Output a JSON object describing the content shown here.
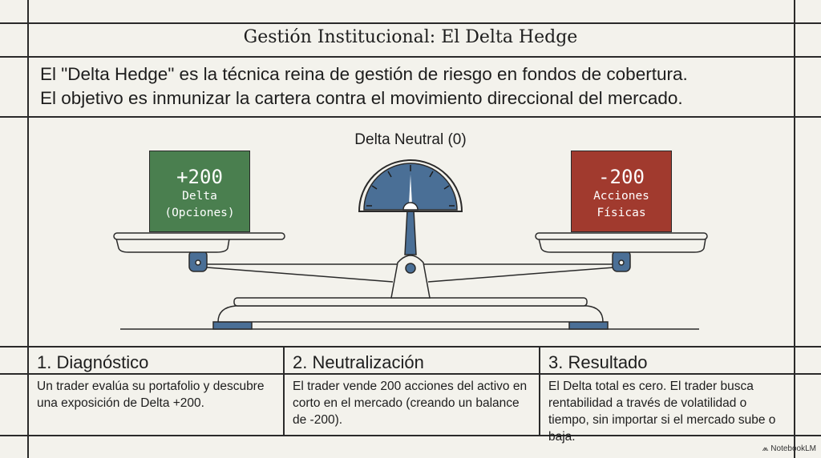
{
  "title": "Gestión Institucional: El Delta Hedge",
  "intro": [
    "El \"Delta Hedge\" es la técnica reina de gestión de riesgo en fondos de cobertura.",
    "El objetivo es inmunizar la cartera contra el movimiento direccional del mercado."
  ],
  "scale": {
    "neutral_label": "Delta Neutral (0)",
    "left": {
      "value": "+200",
      "line1": "Delta",
      "line2": "(Opciones)"
    },
    "right": {
      "value": "-200",
      "line1": "Acciones",
      "line2": "Físicas"
    }
  },
  "steps": [
    {
      "title": "1. Diagnóstico",
      "text": "Un trader evalúa su portafolio y descubre una exposición de Delta +200."
    },
    {
      "title": "2. Neutralización",
      "text": "El trader vende 200 acciones del activo en corto en el mercado (creando un balance de -200)."
    },
    {
      "title": "3. Resultado",
      "text": "El Delta total es cero. El trader busca rentabilidad a través de volatilidad o tiempo, sin importar si el mercado sube o baja."
    }
  ],
  "brand": "NotebookLM",
  "colors": {
    "green": "#4a7f4f",
    "red": "#a13a2e",
    "blue": "#4a6f96"
  }
}
